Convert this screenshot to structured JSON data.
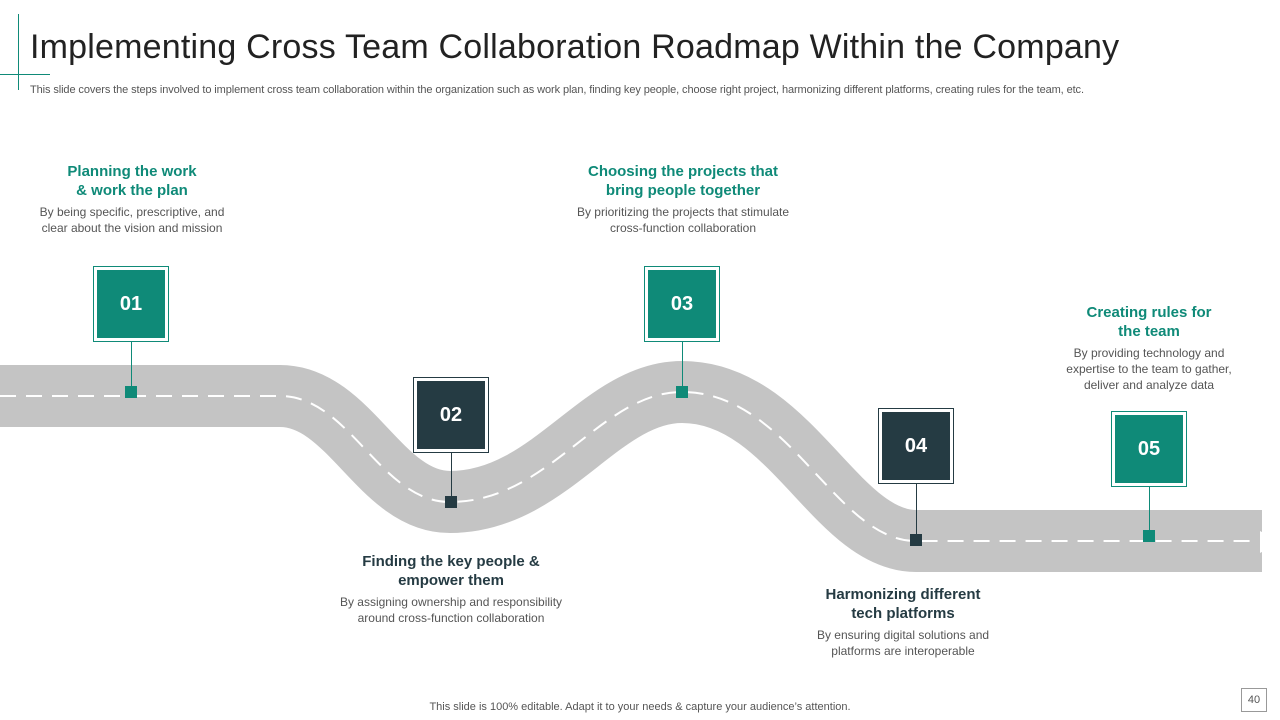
{
  "header": {
    "title": "Implementing Cross Team Collaboration Roadmap Within the Company",
    "subtitle": "This slide covers the steps involved to implement cross team collaboration within the organization such as work plan, finding key people, choose right project, harmonizing different platforms, creating rules for the team, etc."
  },
  "colors": {
    "teal": "#0f8a78",
    "dark": "#253b43",
    "road": "#c4c4c4"
  },
  "steps": [
    {
      "number": "01",
      "heading_line1": "Planning the work",
      "heading_line2": "& work the plan",
      "desc_line1": "By being specific, prescriptive, and",
      "desc_line2": "clear about the vision and mission",
      "color": "teal"
    },
    {
      "number": "02",
      "heading_line1": "Finding the key people &",
      "heading_line2": "empower them",
      "desc_line1": "By assigning ownership and responsibility",
      "desc_line2": "around cross-function collaboration",
      "color": "dark"
    },
    {
      "number": "03",
      "heading_line1": "Choosing the projects that",
      "heading_line2": "bring people together",
      "desc_line1": "By prioritizing the projects that stimulate",
      "desc_line2": "cross-function collaboration",
      "color": "teal"
    },
    {
      "number": "04",
      "heading_line1": "Harmonizing different",
      "heading_line2": "tech platforms",
      "desc_line1": "By ensuring digital solutions and",
      "desc_line2": "platforms are interoperable",
      "color": "dark"
    },
    {
      "number": "05",
      "heading_line1": "Creating rules for",
      "heading_line2": "the team",
      "desc_line1": "By providing technology and",
      "desc_line2": "expertise to the team to gather,",
      "desc_line3": "deliver and analyze data",
      "color": "teal"
    }
  ],
  "footer": {
    "note": "This slide is 100% editable. Adapt it to your needs & capture your audience’s attention.",
    "page_number": "40"
  }
}
